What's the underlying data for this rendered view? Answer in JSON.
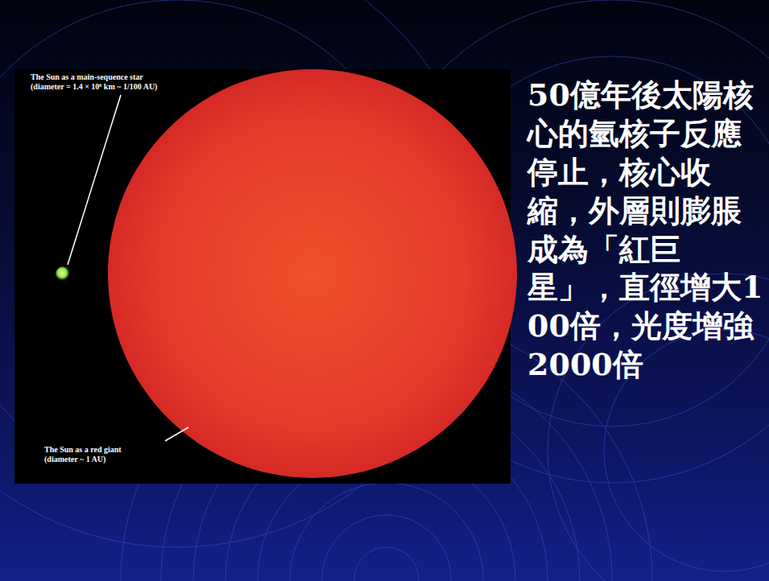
{
  "diagram": {
    "labels": [
      "The Sun as a main-sequence star",
      "(diameter = 1.4 × 10⁶ km ~ 1/100 AU)",
      "The Sun as a red giant",
      "(diameter ~ 1 AU)",
      "50億年後太陽核心的氫核子反應停止，核心收縮，外層則膨脹成為「紅巨星」，直徑增大100倍，光度增強2000倍"
    ]
  }
}
